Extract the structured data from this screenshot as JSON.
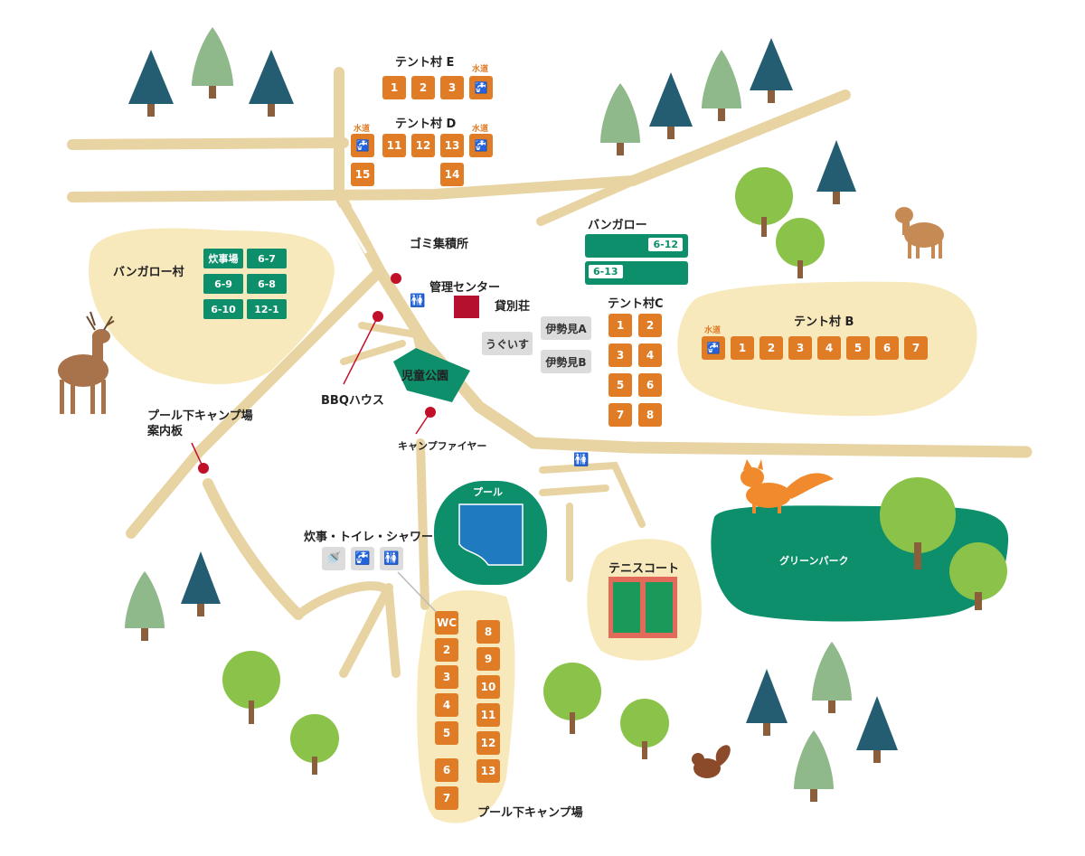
{
  "colors": {
    "road": "#e8d3a3",
    "area": "#f8e9bc",
    "site": "#e07b26",
    "green": "#0e8f6b",
    "pin": "#c0102a",
    "pool": "#1f7ac0"
  },
  "tent_e": {
    "title": "テント村 E",
    "sites": [
      "1",
      "2",
      "3"
    ],
    "water": "水道"
  },
  "tent_d": {
    "title": "テント村 D",
    "sites": [
      "11",
      "12",
      "13",
      "15",
      "14"
    ],
    "water_left": "水道",
    "water_right": "水道"
  },
  "bungalow_village": {
    "title": "バンガロー村",
    "items": [
      "炊事場",
      "6-7",
      "6-9",
      "6-8",
      "6-10",
      "12-1"
    ]
  },
  "bungalow": {
    "title": "バンガロー",
    "items": [
      "6-12",
      "6-13"
    ]
  },
  "labels": {
    "garbage": "ゴミ集積所",
    "center": "管理センター",
    "villa": "貸別荘",
    "bbq": "BBQハウス",
    "playground": "児童公園",
    "campfire": "キャンプファイヤー",
    "board": "プール下キャンプ場\n案内板",
    "pool": "プール",
    "facilities": "炊事・トイレ・シャワー",
    "tennis": "テニスコート",
    "green_park": "グリーンパーク",
    "pool_camp": "プール下キャンプ場"
  },
  "villa": {
    "items": [
      "うぐいす",
      "伊勢見A",
      "伊勢見B"
    ]
  },
  "tent_c": {
    "title": "テント村C",
    "sites": [
      "1",
      "2",
      "3",
      "4",
      "5",
      "6",
      "7",
      "8"
    ]
  },
  "tent_b": {
    "title": "テント村 B",
    "water": "水道",
    "sites": [
      "1",
      "2",
      "3",
      "4",
      "5",
      "6",
      "7"
    ]
  },
  "pool_camp_sites": {
    "left": [
      "WC",
      "2",
      "3",
      "4",
      "5",
      "6",
      "7"
    ],
    "right": [
      "8",
      "9",
      "10",
      "11",
      "12",
      "13"
    ]
  },
  "icons": [
    "tree-icon",
    "deer-icon",
    "fox-icon",
    "squirrel-icon",
    "faucet-icon",
    "shower-icon",
    "restroom-icon",
    "pin-icon"
  ]
}
